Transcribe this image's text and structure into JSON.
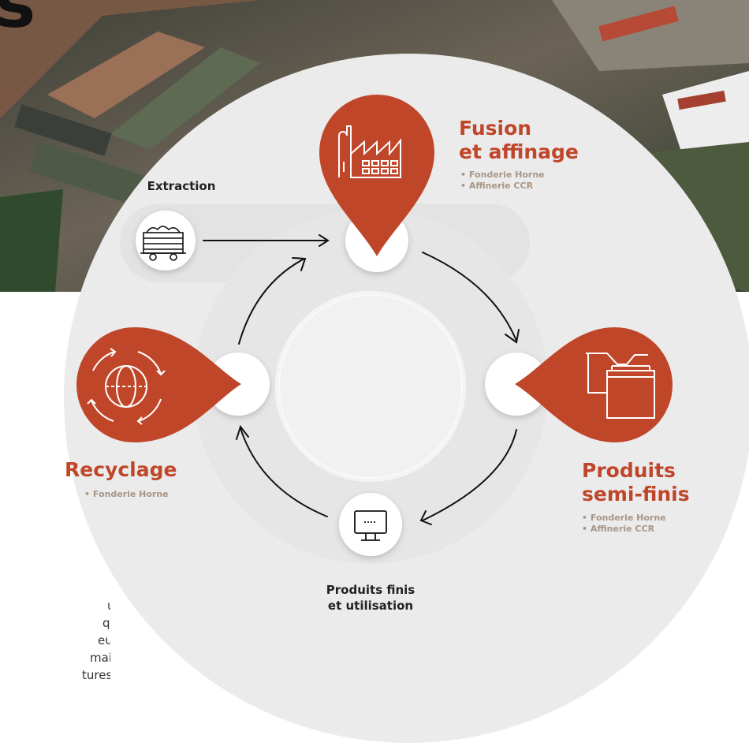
{
  "heading_fragment": "s",
  "steps": {
    "extraction": {
      "label": "Extraction"
    },
    "fusion": {
      "title": [
        "Fusion",
        "et affinage"
      ],
      "sites": [
        "Fonderie Horne",
        "Affinerie CCR"
      ]
    },
    "semi": {
      "title": [
        "Produits",
        "semi-finis"
      ],
      "sites": [
        "Fonderie Horne",
        "Affinerie CCR"
      ]
    },
    "finis": {
      "label": [
        "Produits finis",
        "et utilisation"
      ]
    },
    "recyclage": {
      "title": [
        "Recyclage"
      ],
      "sites": [
        "Fonderie Horne"
      ]
    }
  },
  "body_fragment": [
    "ux",
    "qui",
    "euses",
    "maines",
    "tures    et"
  ],
  "colors": {
    "accent": "#c0462a",
    "ring": "#e6e6e6",
    "panel": "#eeeeee",
    "muted": "#a89585"
  },
  "icons": {
    "extraction": "mine-cart-icon",
    "fusion": "factory-icon",
    "semi": "boxes-icon",
    "finis": "monitor-icon",
    "recyclage": "globe-recycle-icon"
  }
}
